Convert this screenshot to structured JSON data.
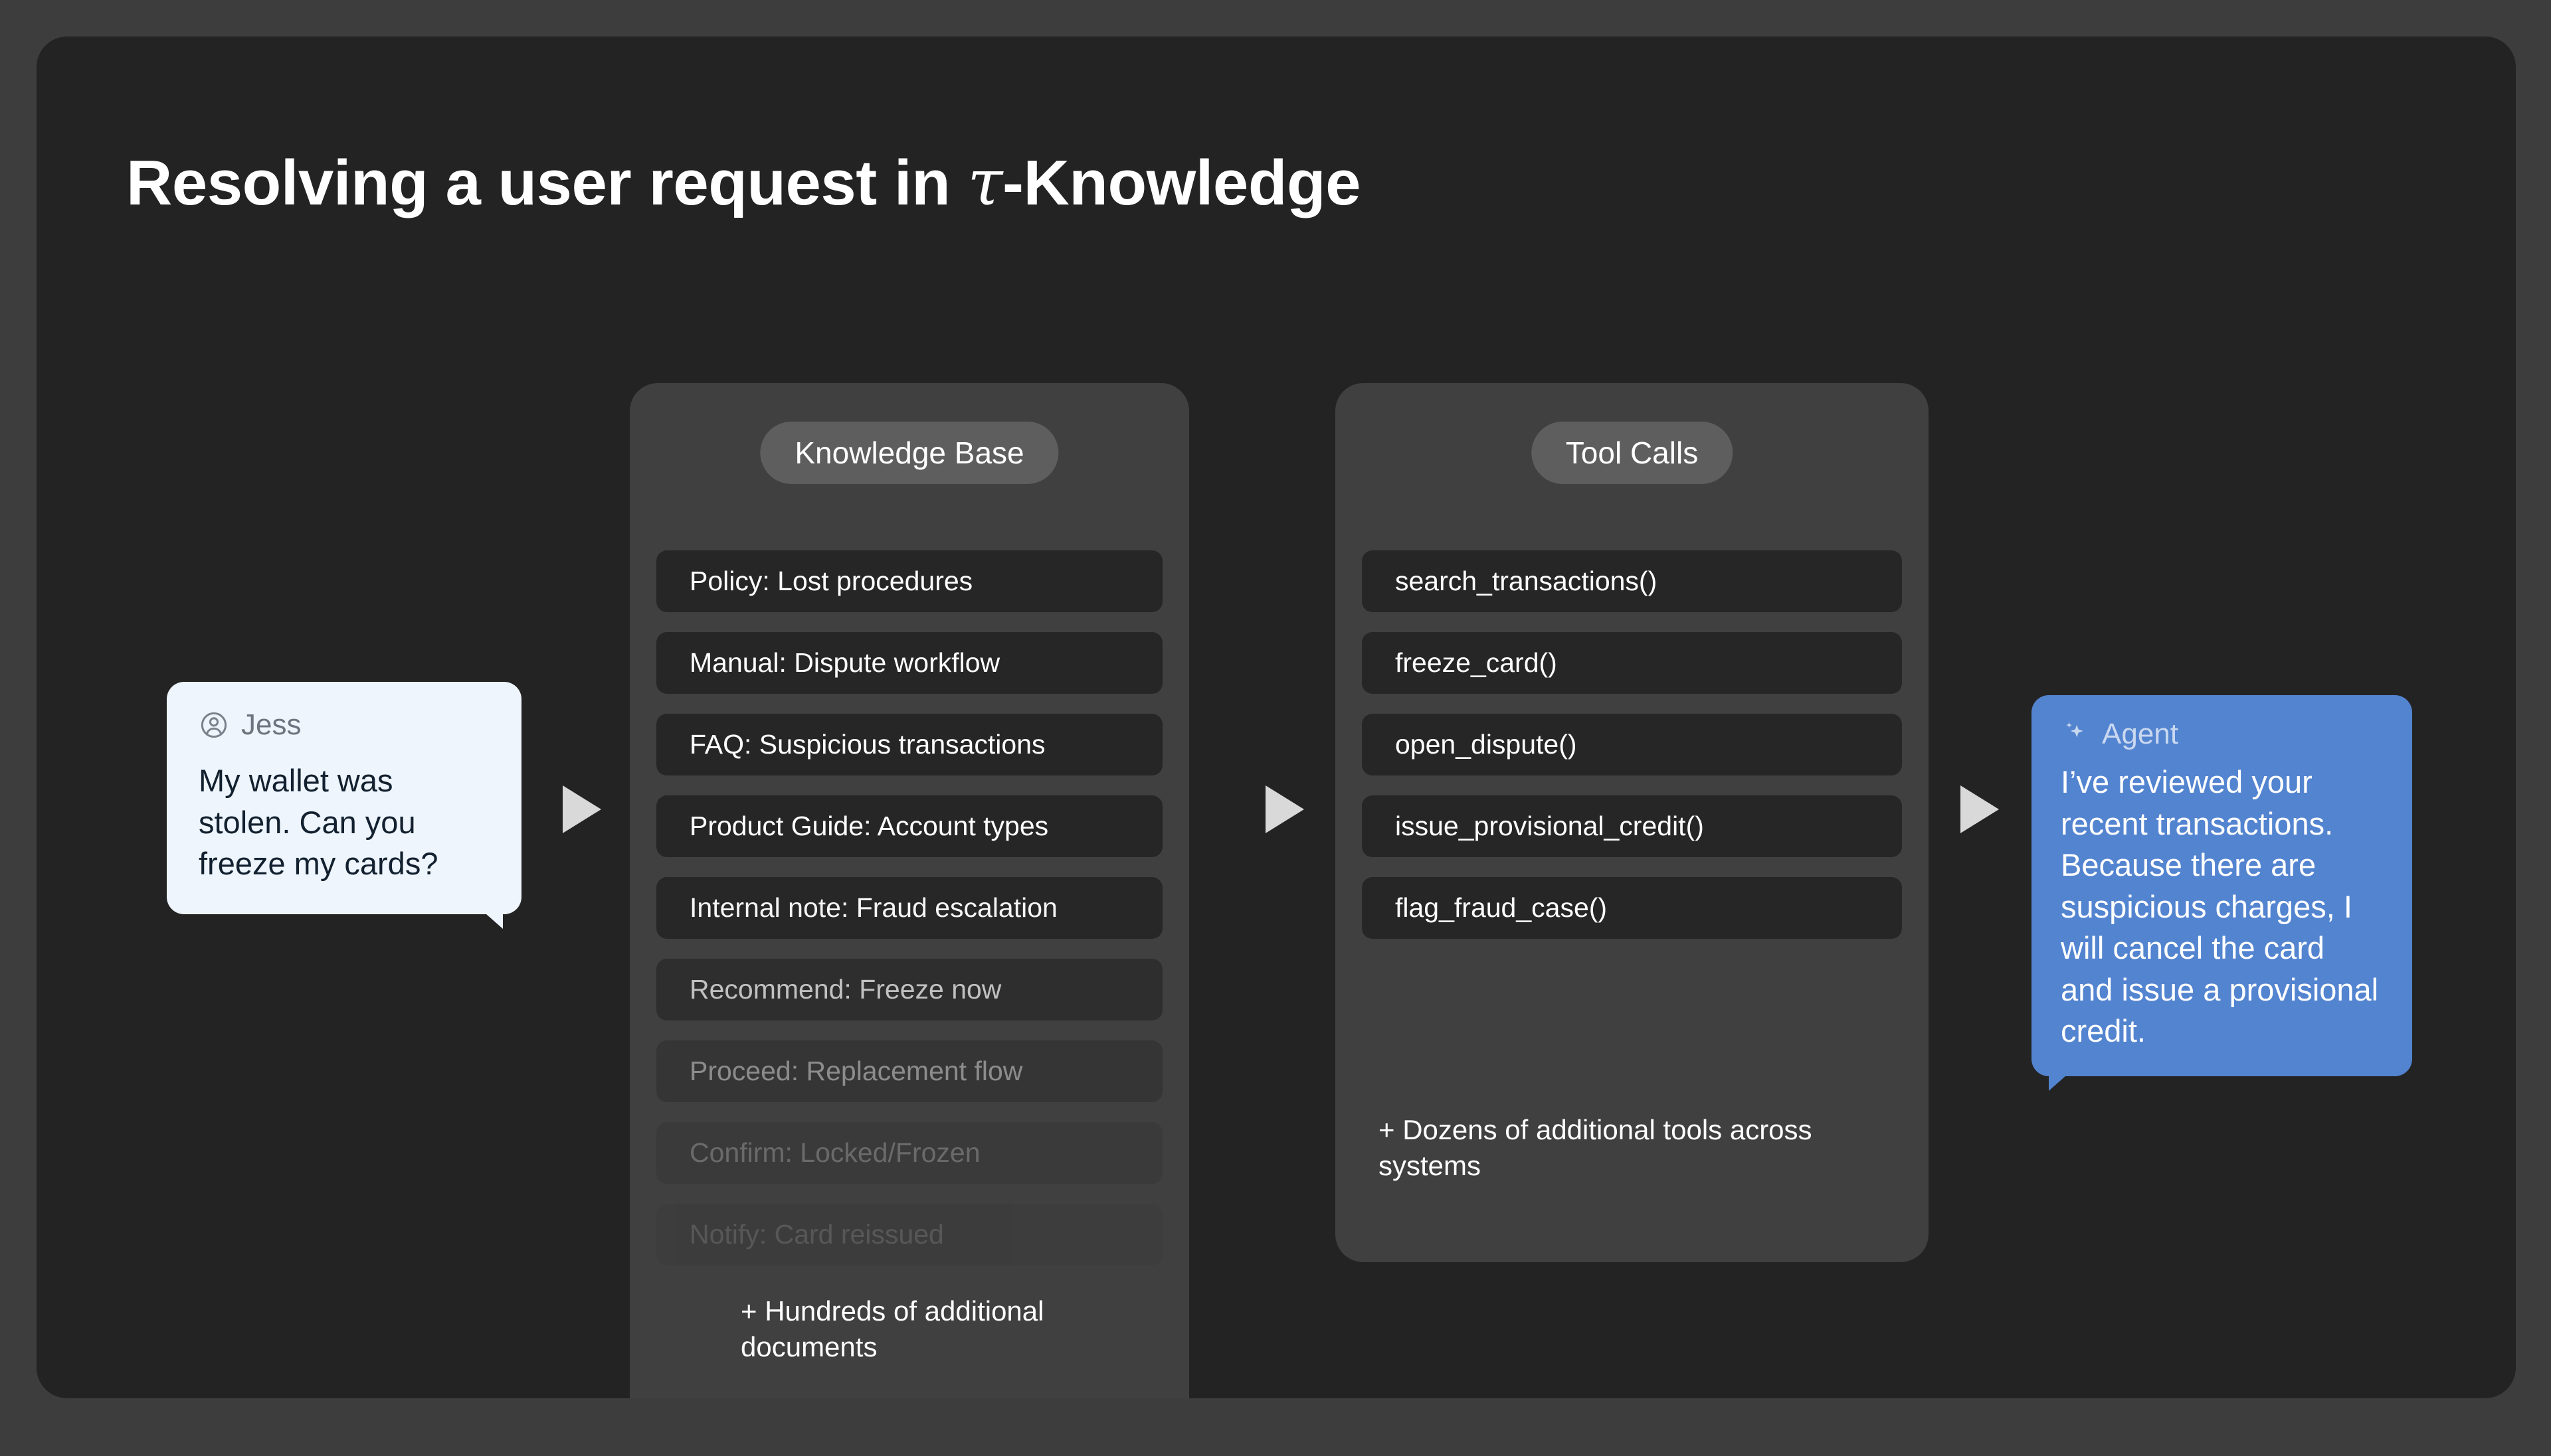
{
  "title": {
    "prefix": "Resolving a user request in ",
    "tau": "τ",
    "suffix": "-Knowledge",
    "full": "Resolving a user request in τ-Knowledge"
  },
  "colors": {
    "page_background": "#3d3d3d",
    "card_background": "#232323",
    "panel_background": "#404040",
    "panel_item_background": "#262626",
    "pill_background": "#5e5e5e",
    "user_bubble": "#eef5fc",
    "user_text": "#12202f",
    "agent_bubble": "#5384d0",
    "agent_text": "#ffffff",
    "arrow": "#d9d9d9"
  },
  "user_message": {
    "avatar_icon": "user-circle-icon",
    "name": "Jess",
    "text": "My wallet was stolen. Can you freeze my cards?"
  },
  "knowledge_base": {
    "label": "Knowledge Base",
    "items": [
      "Policy: Lost procedures",
      "Manual: Dispute workflow",
      "FAQ: Suspicious transactions",
      "Product Guide: Account types",
      "Internal note: Fraud escalation",
      "Recommend: Freeze now",
      "Proceed: Replacement flow",
      "Confirm: Locked/Frozen",
      "Notify: Card reissued"
    ],
    "more_note": "+ Hundreds of additional documents"
  },
  "tool_calls": {
    "label": "Tool Calls",
    "items": [
      "search_transactions()",
      "freeze_card()",
      "open_dispute()",
      "issue_provisional_credit()",
      "flag_fraud_case()"
    ],
    "more_note": "+ Dozens of additional tools across systems"
  },
  "agent_message": {
    "avatar_icon": "sparkle-icon",
    "name": "Agent",
    "text": "I’ve reviewed your recent transactions. Because there are suspicious charges, I will cancel the card and issue a provisional credit."
  },
  "arrows": [
    {
      "name": "arrow-user-to-knowledge-base"
    },
    {
      "name": "arrow-knowledge-base-to-tools"
    },
    {
      "name": "arrow-tools-to-agent"
    }
  ]
}
